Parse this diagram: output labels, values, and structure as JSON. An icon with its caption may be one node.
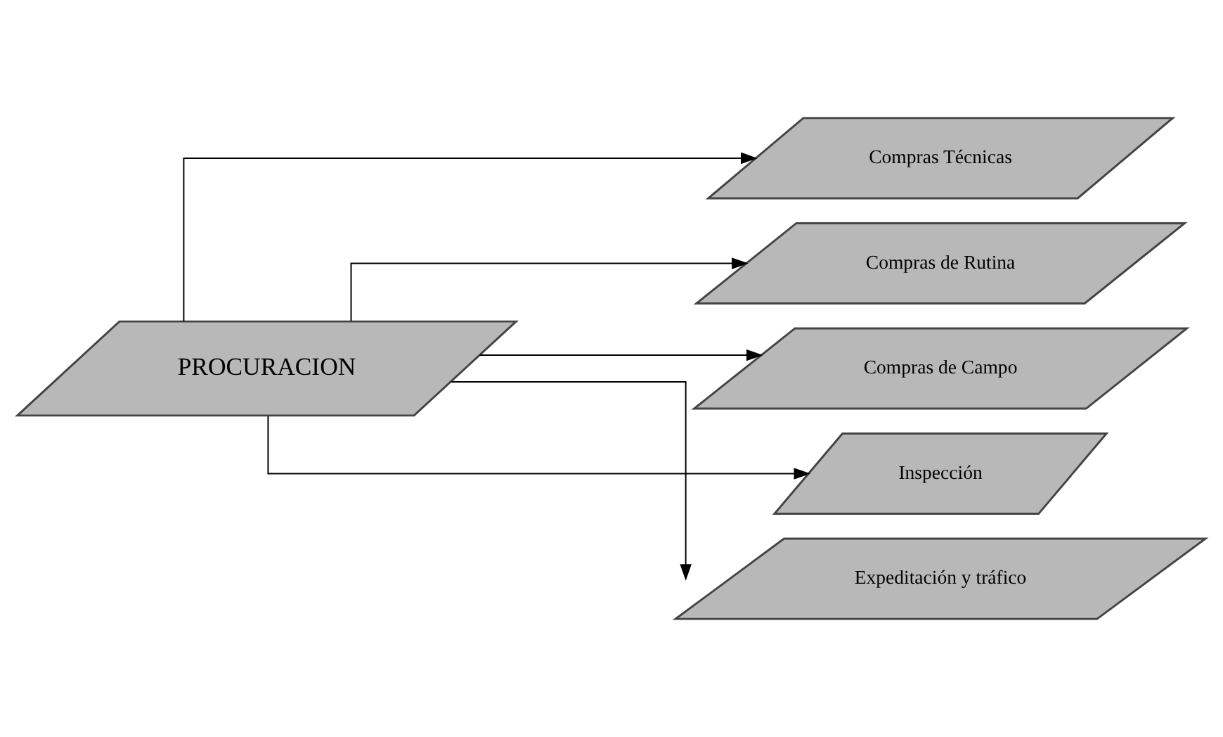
{
  "diagram": {
    "nodes": [
      {
        "text": [
          "PROCURACION"
        ]
      },
      {
        "text": [
          "Compras Técnicas"
        ]
      },
      {
        "text": [
          "Compras de Rutina"
        ]
      },
      {
        "text": [
          "Compras de Campo"
        ]
      },
      {
        "text": [
          "Inspección"
        ]
      },
      {
        "text": [
          "Expeditación y tráfico"
        ]
      }
    ],
    "edges": [
      {
        "from": 0,
        "to": 1,
        "arrow": "to"
      },
      {
        "from": 0,
        "to": 2,
        "arrow": "to"
      },
      {
        "from": 0,
        "to": 3,
        "arrow": "to"
      },
      {
        "from": 0,
        "to": 4,
        "arrow": "to"
      },
      {
        "from": 0,
        "to": 5,
        "arrow": "to"
      }
    ]
  }
}
